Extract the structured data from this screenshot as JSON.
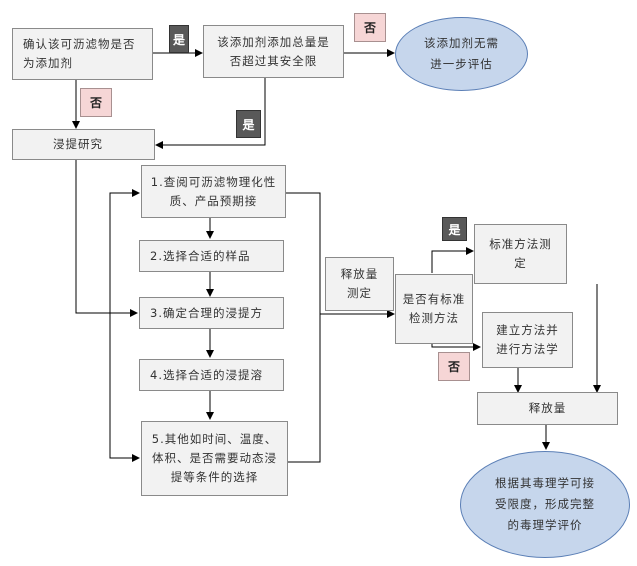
{
  "nodes": {
    "confirm_additive": "确认该可沥滤物是否为添加剂",
    "exceeds_limit": "该添加剂添加总量是否超过其安全限",
    "no_further_eval": "该添加剂无需进一步评估",
    "leaching_study": "浸提研究",
    "step1": "1.查阅可沥滤物理化性质、产品预期接",
    "step2": "2.选择合适的样品",
    "step3": "3.确定合理的浸提方",
    "step4": "4.选择合适的浸提溶",
    "step5": "5.其他如时间、温度、体积、是否需要动态浸提等条件的选择",
    "release_test": "释放量测定",
    "standard_method_q": "是否有标准检测方法",
    "standard_method_test": "标准方法测定",
    "establish_method": "建立方法并进行方法学",
    "release_amount": "释放量",
    "final_eval": "根据其毒理学可接受限度，形成完整的毒理学评价"
  },
  "labels": {
    "yes": "是",
    "no": "否"
  },
  "colors": {
    "box_fill": "#f2f2f2",
    "ellipse_fill": "#c6d6ec",
    "yes_tag": "#595959",
    "no_tag": "#f6d6d6"
  }
}
